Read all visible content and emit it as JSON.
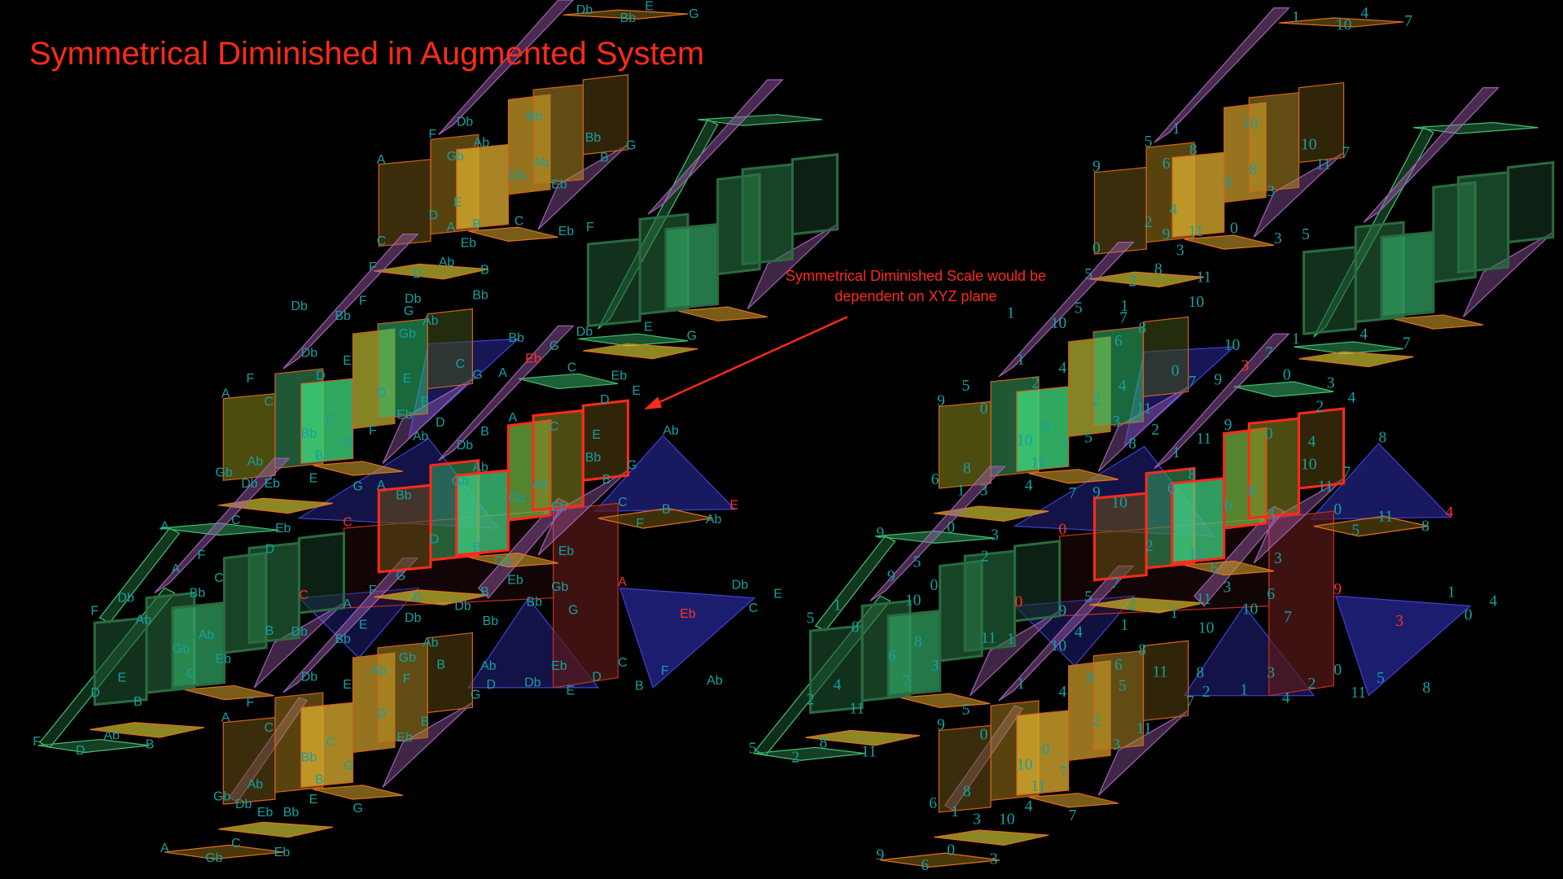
{
  "title": "Symmetrical Diminished in Augmented System",
  "annotation": {
    "line1": "Symmetrical Diminished Scale would be",
    "line2": "dependent on XYZ plane"
  },
  "colors": {
    "background": "#000000",
    "label": "#14a0a0",
    "highlight": "#ff2a1a",
    "gold": "#c89a28",
    "green": "#2fd880",
    "dark_green": "#1f5a34",
    "blue": "#2a2aa0",
    "pink": "#a060b0"
  },
  "left_labels": [
    "Db",
    "Bb",
    "E",
    "G",
    "A",
    "F",
    "Db",
    "Ab",
    "Bb",
    "Gb",
    "Gb",
    "Ab",
    "Eb",
    "Bb",
    "B",
    "G",
    "D",
    "E",
    "B",
    "C",
    "A",
    "Eb",
    "C",
    "Eb",
    "F",
    "F",
    "D",
    "B",
    "Ab",
    "Db",
    "Bb",
    "Db",
    "F",
    "Bb",
    "G",
    "Gb",
    "Ab",
    "Db",
    "E",
    "D",
    "E",
    "A",
    "F",
    "C",
    "D",
    "Bb",
    "C",
    "G",
    "Eb",
    "B",
    "Gb",
    "Ab",
    "Db",
    "Eb",
    "B",
    "E",
    "G",
    "Bb",
    "Db",
    "E",
    "G",
    "G",
    "Eb",
    "C",
    "G",
    "A",
    "C",
    "Eb",
    "E",
    "D",
    "E",
    "Bb",
    "G",
    "B",
    "Ab",
    "C",
    "A",
    "B",
    "Ab",
    "Db",
    "D",
    "F",
    "Ab",
    "Gb",
    "Bb",
    "A",
    "Gb",
    "Ab",
    "Eb",
    "C",
    "B",
    "Ab",
    "E",
    "F",
    "C",
    "D",
    "B",
    "Gb",
    "Eb",
    "F",
    "D",
    "A",
    "C",
    "Eb",
    "A",
    "C",
    "Bb",
    "Db",
    "F",
    "Ab",
    "Ab",
    "Gb",
    "Eb",
    "B",
    "G",
    "D",
    "B",
    "E",
    "C",
    "A",
    "F",
    "G",
    "D",
    "Db",
    "Eb",
    "Bb",
    "B",
    "Gb",
    "Bb",
    "G",
    "A",
    "Db",
    "E",
    "C",
    "Eb",
    "Db",
    "Bb",
    "E",
    "Db",
    "Ab",
    "Gb",
    "B",
    "Db",
    "E",
    "Ab",
    "F",
    "A",
    "F",
    "C",
    "D",
    "Bb",
    "C",
    "G",
    "Eb",
    "B",
    "Gb",
    "Ab",
    "Db",
    "Eb",
    "B",
    "E",
    "Bb",
    "G",
    "Ab",
    "Db",
    "G",
    "D",
    "E",
    "F",
    "C",
    "Eb",
    "D",
    "B",
    "Ab",
    "F",
    "D",
    "Ab",
    "B",
    "A",
    "Gb",
    "C",
    "Eb"
  ],
  "right_labels": [
    "1",
    "10",
    "4",
    "7",
    "9",
    "5",
    "1",
    "8",
    "10",
    "6",
    "6",
    "8",
    "3",
    "10",
    "11",
    "7",
    "2",
    "4",
    "11",
    "0",
    "9",
    "3",
    "0",
    "3",
    "5",
    "5",
    "2",
    "11",
    "8",
    "1",
    "10",
    "1",
    "5",
    "10",
    "7",
    "6",
    "8",
    "1",
    "4",
    "2",
    "4",
    "9",
    "5",
    "0",
    "2",
    "10",
    "0",
    "7",
    "3",
    "11",
    "6",
    "8",
    "1",
    "3",
    "11",
    "4",
    "7",
    "10",
    "1",
    "4",
    "7",
    "7",
    "3",
    "0",
    "7",
    "9",
    "0",
    "3",
    "4",
    "2",
    "4",
    "10",
    "7",
    "11",
    "8",
    "0",
    "9",
    "11",
    "8",
    "1",
    "2",
    "5",
    "8",
    "6",
    "10",
    "9",
    "6",
    "8",
    "3",
    "0",
    "11",
    "8",
    "4",
    "5",
    "0",
    "2",
    "11",
    "6",
    "3",
    "5",
    "2",
    "9",
    "0",
    "3",
    "9",
    "0",
    "10",
    "1",
    "5",
    "8",
    "8",
    "6",
    "3",
    "11",
    "7",
    "2",
    "11",
    "4",
    "0",
    "9",
    "5",
    "7",
    "2",
    "1",
    "3",
    "10",
    "11",
    "6",
    "10",
    "7",
    "9",
    "1",
    "4",
    "0",
    "3",
    "1",
    "10",
    "4",
    "1",
    "8",
    "6",
    "11",
    "1",
    "4",
    "8",
    "5",
    "9",
    "5",
    "0",
    "2",
    "10",
    "0",
    "7",
    "3",
    "11",
    "6",
    "8",
    "1",
    "3",
    "11",
    "4",
    "10",
    "7",
    "8",
    "1",
    "7",
    "2",
    "4",
    "5",
    "0",
    "3",
    "2",
    "11",
    "8",
    "5",
    "2",
    "8",
    "11",
    "9",
    "6",
    "0",
    "3"
  ],
  "red_label_values": [
    "Eb",
    "C",
    "E",
    "C",
    "A",
    "Eb"
  ]
}
